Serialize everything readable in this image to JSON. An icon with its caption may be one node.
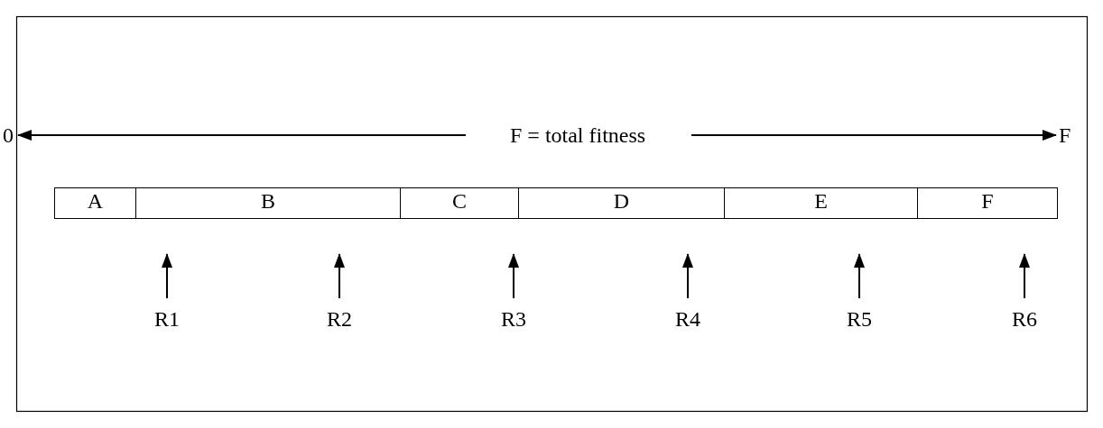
{
  "diagram": {
    "nodes": [
      {
        "text": [
          "A"
        ]
      },
      {
        "text": [
          "B"
        ]
      },
      {
        "text": [
          "C"
        ]
      },
      {
        "text": [
          "D"
        ]
      },
      {
        "text": [
          "E"
        ]
      },
      {
        "text": [
          "F"
        ]
      },
      {
        "text": [
          "R1"
        ]
      },
      {
        "text": [
          "R2"
        ]
      },
      {
        "text": [
          "R3"
        ]
      },
      {
        "text": [
          "R4"
        ]
      },
      {
        "text": [
          "R5"
        ]
      },
      {
        "text": [
          "R6"
        ]
      }
    ],
    "edges": [
      {
        "from": 6,
        "to": 1,
        "arrow": "to"
      },
      {
        "from": 7,
        "to": 1,
        "arrow": "to"
      },
      {
        "from": 8,
        "to": 2,
        "arrow": "to"
      },
      {
        "from": 9,
        "to": 3,
        "arrow": "to"
      },
      {
        "from": 10,
        "to": 4,
        "arrow": "to"
      },
      {
        "from": 11,
        "to": 5,
        "arrow": "to"
      }
    ],
    "labels": [
      "0",
      "F = total fitness",
      "F"
    ]
  }
}
